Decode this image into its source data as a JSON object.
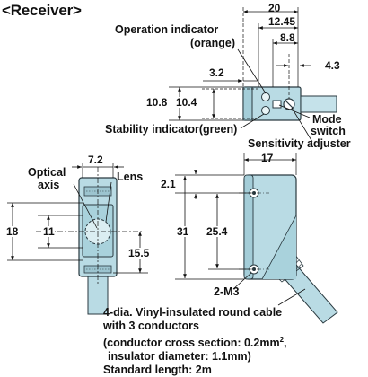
{
  "title": "<Receiver>",
  "top_view": {
    "dims": {
      "total_length": "20",
      "d_12_45": "12.45",
      "d_8_8": "8.8",
      "d_4_3": "4.3",
      "d_3_2": "3.2",
      "height_outer": "10.8",
      "height_inner": "10.4"
    },
    "labels": {
      "operation_indicator": "Operation indicator",
      "operation_indicator_color": "(orange)",
      "stability_indicator": "Stability indicator(green)",
      "mode_switch_line1": "Mode",
      "mode_switch_line2": "switch",
      "sensitivity_adjuster": "Sensitivity adjuster"
    }
  },
  "front_view": {
    "dims": {
      "width": "7.2",
      "height": "18",
      "optical_axis_height": "11",
      "lens_offset": "15.5"
    },
    "labels": {
      "optical_axis_line1": "Optical",
      "optical_axis_line2": "axis",
      "lens": "Lens"
    }
  },
  "side_view": {
    "dims": {
      "depth": "17",
      "hole_offset": "2.1",
      "height": "31",
      "hole_pitch": "25.4"
    },
    "labels": {
      "holes": "2-M3"
    }
  },
  "cable_note": {
    "line1": "4-dia. Vinyl-insulated round cable",
    "line2": "with 3 conductors",
    "line3_pre": "(conductor cross section: 0.2mm",
    "line3_sup": "2",
    "line3_post": ",",
    "line4": "insulator diameter: 1.1mm)",
    "line5": "Standard length: 2m"
  },
  "colors": {
    "body_fill": "#b9dbe4",
    "body_stroke": "#2a3a40",
    "line": "#111111",
    "hatch": "#3a4a50"
  }
}
